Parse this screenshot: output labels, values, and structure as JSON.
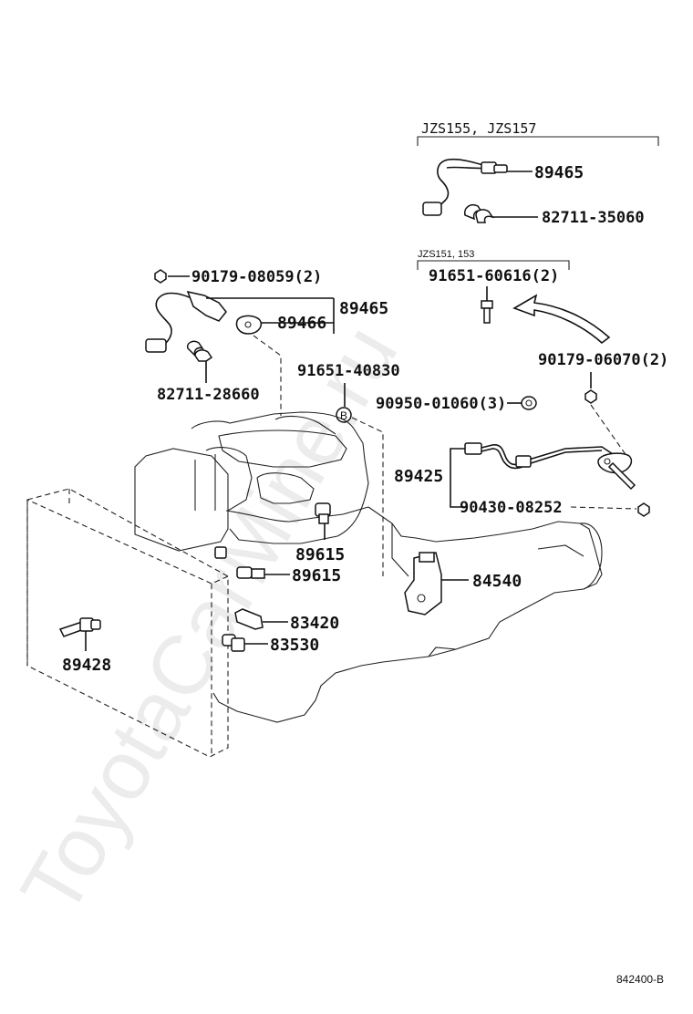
{
  "watermark": "ToyotaCarMine.ru",
  "diagram_code": "842400-B",
  "groups": {
    "jzs155_157": "JZS155, JZS157",
    "jzs151_153": "JZS151, 153"
  },
  "callout_marker": "B",
  "parts": {
    "p89465_upper": "89465",
    "p82711_35060": "82711-35060",
    "p90179_08059": "90179-08059(2)",
    "p89465_left": "89465",
    "p89466": "89466",
    "p82711_28660": "82711-28660",
    "p91651_60616": "91651-60616(2)",
    "p90179_06070": "90179-06070(2)",
    "p91651_40830": "91651-40830",
    "p90950_01060": "90950-01060(3)",
    "p89425": "89425",
    "p90430_08252": "90430-08252",
    "p89615_a": "89615",
    "p89615_b": "89615",
    "p84540": "84540",
    "p83420": "83420",
    "p83530": "83530",
    "p89428": "89428"
  }
}
